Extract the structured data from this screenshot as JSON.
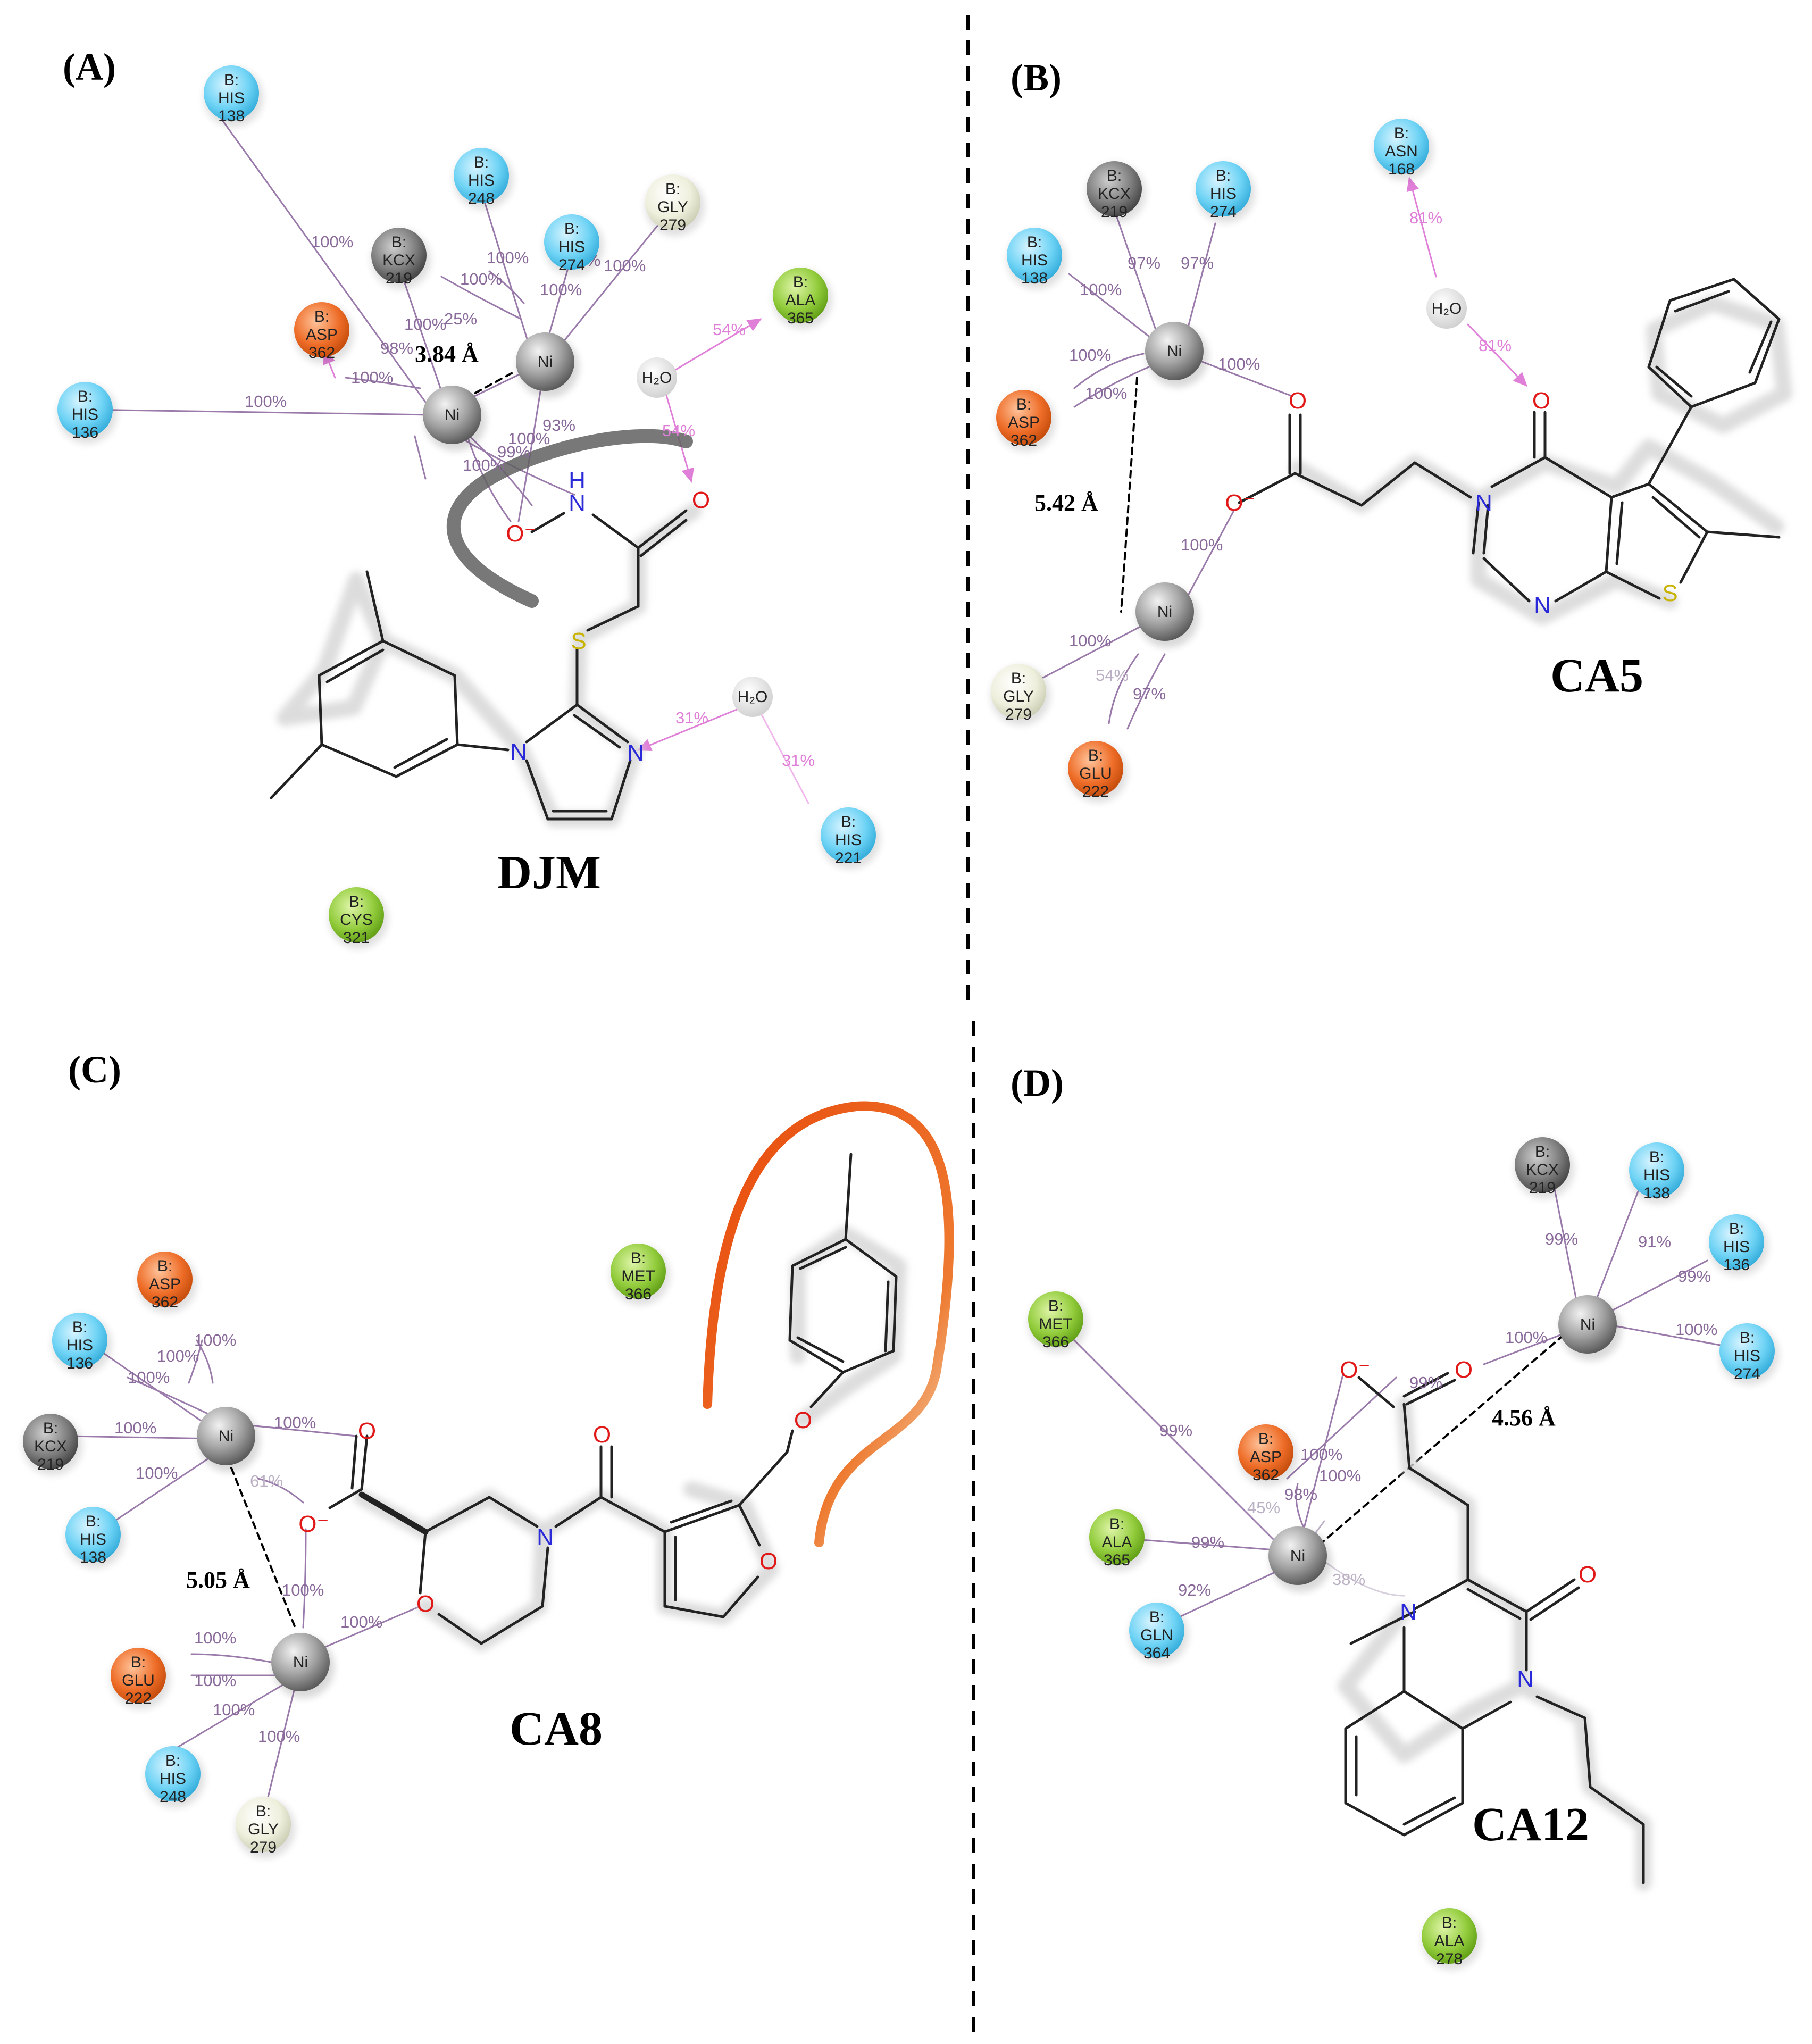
{
  "colors": {
    "his": "#4ec8ee",
    "asp_glu": "#e8601a",
    "kcx": "#7a7a7a",
    "gly": "#ecedd9",
    "ala_cys_met": "#8cc83a",
    "gln_asn": "#4ec8ee",
    "nickel": "#9c9c9c",
    "water": "#dddddd",
    "contact_line": "#9a7aaa",
    "hbond": "#e07fd8"
  },
  "panels": {
    "A": {
      "label": "(A)",
      "molecule": "DJM",
      "distance": "3.84 Å",
      "residues": [
        {
          "chain": "B:",
          "name": "HIS",
          "num": "138"
        },
        {
          "chain": "B:",
          "name": "HIS",
          "num": "248"
        },
        {
          "chain": "B:",
          "name": "GLY",
          "num": "279"
        },
        {
          "chain": "B:",
          "name": "KCX",
          "num": "219"
        },
        {
          "chain": "B:",
          "name": "HIS",
          "num": "274"
        },
        {
          "chain": "B:",
          "name": "ALA",
          "num": "365"
        },
        {
          "chain": "B:",
          "name": "ASP",
          "num": "362"
        },
        {
          "chain": "B:",
          "name": "HIS",
          "num": "136"
        },
        {
          "chain": "B:",
          "name": "HIS",
          "num": "221"
        },
        {
          "chain": "B:",
          "name": "CYS",
          "num": "321"
        }
      ],
      "percentages": [
        "100%",
        "100%",
        "100%",
        "100%",
        "100%",
        "25%",
        "100%",
        "98%",
        "100%",
        "100%",
        "100%",
        "93%",
        "100%",
        "99%",
        "100%",
        "54%",
        "54%",
        "31%",
        "31%"
      ]
    },
    "B": {
      "label": "(B)",
      "molecule": "CA5",
      "distance": "5.42 Å",
      "residues": [
        {
          "chain": "B:",
          "name": "ASN",
          "num": "168"
        },
        {
          "chain": "B:",
          "name": "KCX",
          "num": "219"
        },
        {
          "chain": "B:",
          "name": "HIS",
          "num": "274"
        },
        {
          "chain": "B:",
          "name": "HIS",
          "num": "138"
        },
        {
          "chain": "B:",
          "name": "ASP",
          "num": "362"
        },
        {
          "chain": "B:",
          "name": "GLY",
          "num": "279"
        },
        {
          "chain": "B:",
          "name": "GLU",
          "num": "222"
        }
      ],
      "percentages": [
        "81%",
        "81%",
        "97%",
        "97%",
        "100%",
        "100%",
        "100%",
        "100%",
        "100%",
        "100%",
        "54%",
        "97%"
      ]
    },
    "C": {
      "label": "(C)",
      "molecule": "CA8",
      "distance": "5.05 Å",
      "residues": [
        {
          "chain": "B:",
          "name": "ASP",
          "num": "362"
        },
        {
          "chain": "B:",
          "name": "MET",
          "num": "366"
        },
        {
          "chain": "B:",
          "name": "HIS",
          "num": "136"
        },
        {
          "chain": "B:",
          "name": "KCX",
          "num": "219"
        },
        {
          "chain": "B:",
          "name": "HIS",
          "num": "138"
        },
        {
          "chain": "B:",
          "name": "GLU",
          "num": "222"
        },
        {
          "chain": "B:",
          "name": "HIS",
          "num": "248"
        },
        {
          "chain": "B:",
          "name": "GLY",
          "num": "279"
        }
      ],
      "percentages": [
        "100%",
        "100%",
        "100%",
        "100%",
        "100%",
        "100%",
        "61%",
        "100%",
        "100%",
        "100%",
        "100%",
        "100%",
        "100%"
      ]
    },
    "D": {
      "label": "(D)",
      "molecule": "CA12",
      "distance": "4.56 Å",
      "residues": [
        {
          "chain": "B:",
          "name": "KCX",
          "num": "219"
        },
        {
          "chain": "B:",
          "name": "HIS",
          "num": "138"
        },
        {
          "chain": "B:",
          "name": "HIS",
          "num": "136"
        },
        {
          "chain": "B:",
          "name": "HIS",
          "num": "274"
        },
        {
          "chain": "B:",
          "name": "MET",
          "num": "366"
        },
        {
          "chain": "B:",
          "name": "ASP",
          "num": "362"
        },
        {
          "chain": "B:",
          "name": "ALA",
          "num": "365"
        },
        {
          "chain": "B:",
          "name": "GLN",
          "num": "364"
        },
        {
          "chain": "B:",
          "name": "ALA",
          "num": "278"
        }
      ],
      "percentages": [
        "99%",
        "91%",
        "99%",
        "100%",
        "100%",
        "99%",
        "99%",
        "100%",
        "100%",
        "45%",
        "98%",
        "99%",
        "92%",
        "38%"
      ]
    }
  },
  "atoms": {
    "metal": "Ni",
    "water": "H₂O",
    "N": "N",
    "O": "O",
    "S": "S",
    "H": "H",
    "O_minus": "O⁻"
  }
}
